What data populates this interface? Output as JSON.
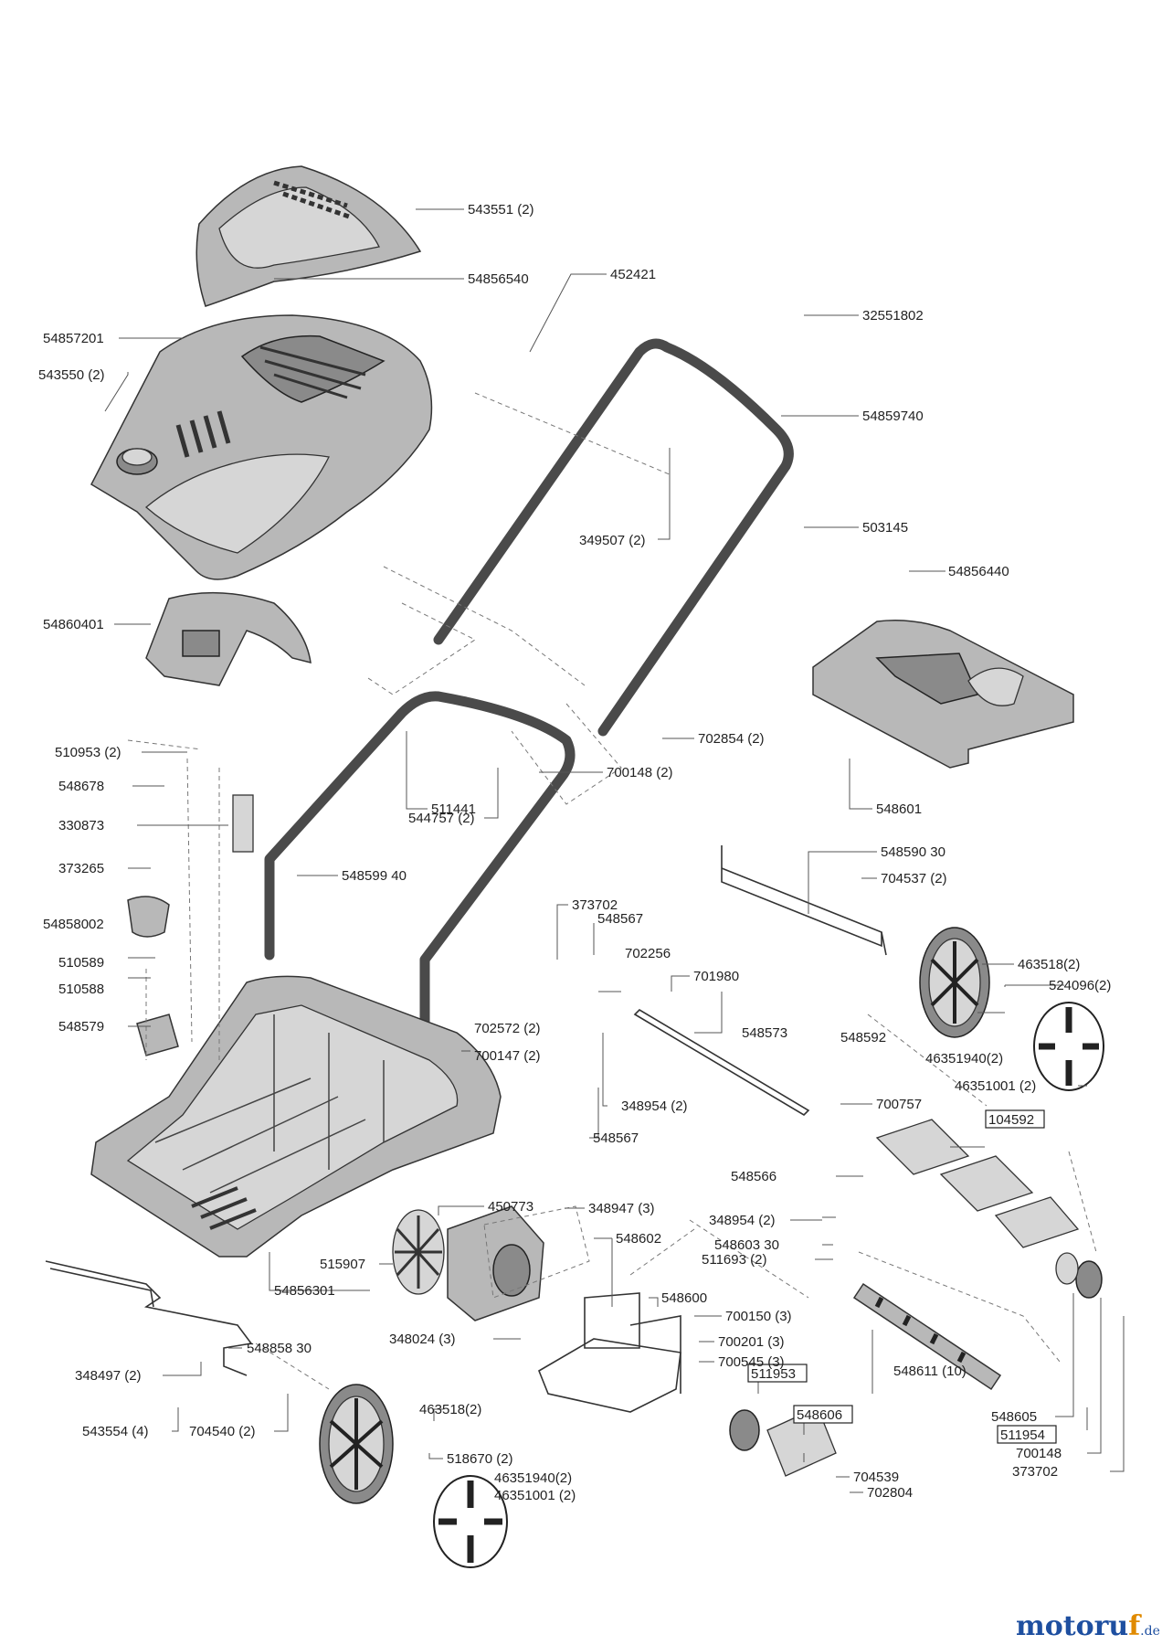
{
  "parts": [
    {
      "id": "p01",
      "label": "543551 (2)"
    },
    {
      "id": "p02",
      "label": "54856540"
    },
    {
      "id": "p03",
      "label": "452421"
    },
    {
      "id": "p04",
      "label": "32551802"
    },
    {
      "id": "p05",
      "label": "54857201"
    },
    {
      "id": "p06",
      "label": "543550 (2)"
    },
    {
      "id": "p07",
      "label": "54859740"
    },
    {
      "id": "p08",
      "label": "349507 (2)"
    },
    {
      "id": "p09",
      "label": "503145"
    },
    {
      "id": "p10",
      "label": "54856440"
    },
    {
      "id": "p11",
      "label": "54860401"
    },
    {
      "id": "p12",
      "label": "702854 (2)"
    },
    {
      "id": "p13",
      "label": "510953 (2)"
    },
    {
      "id": "p14",
      "label": "548678"
    },
    {
      "id": "p15",
      "label": "511441"
    },
    {
      "id": "p16",
      "label": "700148 (2)"
    },
    {
      "id": "p17",
      "label": "548601"
    },
    {
      "id": "p18",
      "label": "330873"
    },
    {
      "id": "p19",
      "label": "544757 (2)"
    },
    {
      "id": "p20",
      "label": "373265"
    },
    {
      "id": "p21",
      "label": "548599 40"
    },
    {
      "id": "p22",
      "label": "548590 30"
    },
    {
      "id": "p23",
      "label": "704537 (2)"
    },
    {
      "id": "p24",
      "label": "54858002"
    },
    {
      "id": "p25",
      "label": "373702"
    },
    {
      "id": "p26",
      "label": "548567"
    },
    {
      "id": "p27",
      "label": "463518(2)"
    },
    {
      "id": "p28",
      "label": "510589"
    },
    {
      "id": "p29",
      "label": "702256"
    },
    {
      "id": "p30",
      "label": "510588"
    },
    {
      "id": "p31",
      "label": "701980"
    },
    {
      "id": "p32",
      "label": "524096(2)"
    },
    {
      "id": "p33",
      "label": "548579"
    },
    {
      "id": "p34",
      "label": "702572 (2)"
    },
    {
      "id": "p35",
      "label": "548573"
    },
    {
      "id": "p36",
      "label": "700147 (2)"
    },
    {
      "id": "p37",
      "label": "548592"
    },
    {
      "id": "p38",
      "label": "46351940(2)"
    },
    {
      "id": "p39",
      "label": "46351001 (2)"
    },
    {
      "id": "p40",
      "label": "348954 (2)"
    },
    {
      "id": "p41",
      "label": "700757"
    },
    {
      "id": "p42",
      "label": "548567"
    },
    {
      "id": "p43",
      "label": "104592"
    },
    {
      "id": "p44",
      "label": "548566"
    },
    {
      "id": "p45",
      "label": "450773"
    },
    {
      "id": "p46",
      "label": "348947 (3)"
    },
    {
      "id": "p47",
      "label": "348954 (2)"
    },
    {
      "id": "p48",
      "label": "515907"
    },
    {
      "id": "p49",
      "label": "548602"
    },
    {
      "id": "p50",
      "label": "548603 30"
    },
    {
      "id": "p51",
      "label": "511693 (2)"
    },
    {
      "id": "p52",
      "label": "54856301"
    },
    {
      "id": "p53",
      "label": "548600"
    },
    {
      "id": "p54",
      "label": "700150 (3)"
    },
    {
      "id": "p55",
      "label": "548858 30"
    },
    {
      "id": "p56",
      "label": "348024 (3)"
    },
    {
      "id": "p57",
      "label": "700201 (3)"
    },
    {
      "id": "p58",
      "label": "700545 (3)"
    },
    {
      "id": "p59",
      "label": "348497 (2)"
    },
    {
      "id": "p60",
      "label": "511953"
    },
    {
      "id": "p61",
      "label": "548611 (10)"
    },
    {
      "id": "p62",
      "label": "463518(2)"
    },
    {
      "id": "p63",
      "label": "548606"
    },
    {
      "id": "p64",
      "label": "548605"
    },
    {
      "id": "p65",
      "label": "543554 (4)"
    },
    {
      "id": "p66",
      "label": "704540 (2)"
    },
    {
      "id": "p67",
      "label": "518670 (2)"
    },
    {
      "id": "p68",
      "label": "704539"
    },
    {
      "id": "p69",
      "label": "511954"
    },
    {
      "id": "p70",
      "label": "46351940(2)"
    },
    {
      "id": "p71",
      "label": "46351001 (2)"
    },
    {
      "id": "p72",
      "label": "700148"
    },
    {
      "id": "p73",
      "label": "702804"
    },
    {
      "id": "p74",
      "label": "373702"
    }
  ],
  "brand": {
    "name_main": "motoru",
    "name_f": "f",
    "tld": ".de"
  }
}
